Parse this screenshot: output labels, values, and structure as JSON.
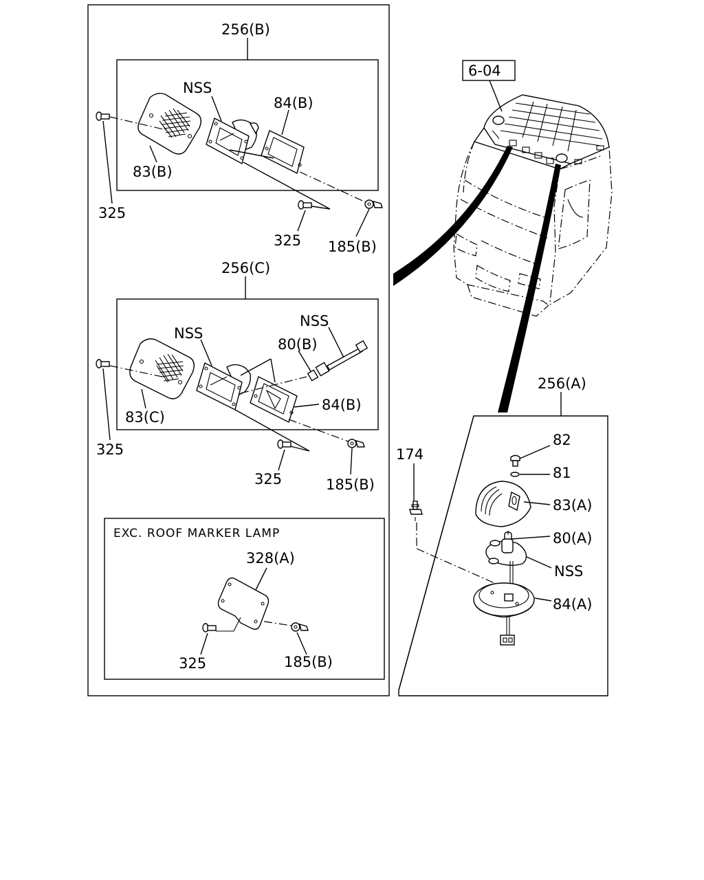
{
  "labels": {
    "b_asm": "256(B)",
    "b_nss": "NSS",
    "b_84": "84(B)",
    "b_83": "83(B)",
    "b_325_left": "325",
    "b_325_bottom": "325",
    "b_185": "185(B)",
    "c_asm": "256(C)",
    "c_nss_lamp": "NSS",
    "c_nss_wire": "NSS",
    "c_80": "80(B)",
    "c_84": "84(B)",
    "c_83": "83(C)",
    "c_325_left": "325",
    "c_325_bottom": "325",
    "c_185": "185(B)",
    "exc_title": "EXC. ROOF MARKER LAMP",
    "exc_328": "328(A)",
    "exc_325": "325",
    "exc_185": "185(B)",
    "ref": "6-04",
    "a_asm": "256(A)",
    "a_174": "174",
    "a_82": "82",
    "a_81": "81",
    "a_83": "83(A)",
    "a_80": "80(A)",
    "a_nss": "NSS",
    "a_84": "84(A)"
  }
}
